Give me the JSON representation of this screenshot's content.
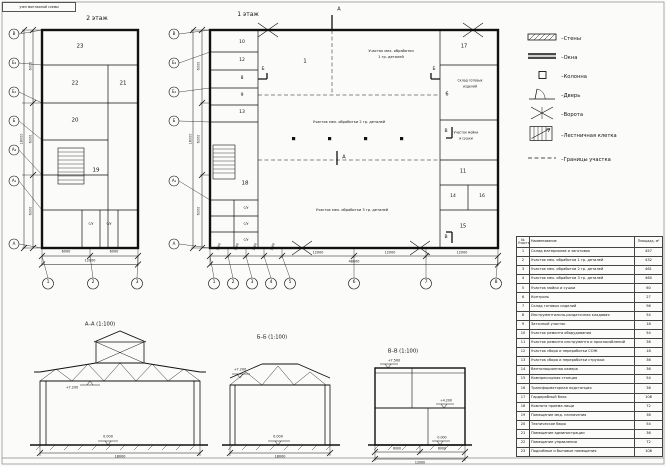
{
  "sheet": {
    "corner_note": "узел монтажной схемы"
  },
  "titles": {
    "plan2": "2 этаж",
    "plan1": "1 этаж",
    "secA": "А–А (1:100)",
    "secB": "Б–Б (1:100)",
    "secV": "В–В (1:100)"
  },
  "plan2": {
    "rooms": {
      "r23": "23",
      "r22": "22",
      "r21": "21",
      "r20": "20",
      "r19": "19",
      "wc1": "с/у",
      "wc2": "с/у"
    },
    "grid_rows": [
      "В",
      "Б₂",
      "Б₁",
      "Б",
      "А₂",
      "А₁",
      "А"
    ],
    "grid_cols": [
      "1",
      "2",
      "3"
    ],
    "dims": {
      "bay1": "6000",
      "bay2": "6000",
      "total_w": "12000",
      "row1": "6000",
      "row2": "6000",
      "row3": "6000",
      "total_h": "18000"
    }
  },
  "plan1": {
    "rooms": {
      "r10": "10",
      "r12": "12",
      "r8": "8",
      "r9": "9",
      "r13": "13",
      "r18": "18",
      "wc1": "с/у",
      "wc2": "с/у",
      "wc3": "с/у",
      "r1": "1",
      "r17": "17",
      "r6": "6",
      "r11": "11",
      "r14": "14",
      "r16": "16",
      "r15": "15"
    },
    "areas": {
      "m1a": "Участок мех. обработки",
      "m1b": "1 гр. деталей",
      "m2": "Участок мех. обработки 2 гр. деталей",
      "m3": "Участок мех. обработки 3 гр. деталей",
      "storea": "Склад готовых",
      "storeb": "изделий",
      "washa": "Участок мойки",
      "washb": "и сушки"
    },
    "section_marks": {
      "a_top": "А",
      "a_mid": "А",
      "b_left": "Б",
      "b_right": "Б",
      "v_top": "В",
      "v_bot": "В"
    },
    "grid_rows": [
      "В",
      "Б₂",
      "Б₁",
      "Б",
      "А₁",
      "А"
    ],
    "grid_cols": [
      "1",
      "2",
      "3",
      "4",
      "5",
      "6",
      "7",
      "8"
    ],
    "dims": {
      "c1": "3000",
      "c2": "3000",
      "c3": "3000",
      "c4": "3000",
      "b1": "12000",
      "b2": "12000",
      "b3": "12000",
      "total_w": "48000",
      "r1": "6000",
      "r2": "6000",
      "r3": "6000",
      "total_h": "18000"
    }
  },
  "legend": {
    "items": [
      {
        "label": "–Стены"
      },
      {
        "label": "–Окна"
      },
      {
        "label": "–Колонна"
      },
      {
        "label": "–Дверь"
      },
      {
        "label": "–Ворота"
      },
      {
        "label": "–Лестничная клетка"
      },
      {
        "label": "–Границы участка"
      }
    ]
  },
  "sections": {
    "a": {
      "elev_top": "+7.200",
      "elev_zero": "0.000",
      "dim": "18000"
    },
    "b": {
      "elev_top": "+7.200",
      "elev_zero": "0.000",
      "dim": "18000"
    },
    "v": {
      "elev_top": "+7.500",
      "elev_mid": "+4.200",
      "elev_zero": "0.000",
      "dim1": "6000",
      "dim2": "6000",
      "total": "12000"
    }
  },
  "table": {
    "headers": [
      "№ Участка",
      "Наименование",
      "Площадь, м²"
    ],
    "rows": [
      {
        "n": "1",
        "name": "Склад материалов и заготовок",
        "area": "457"
      },
      {
        "n": "2",
        "name": "Участок мех. обработки 1 гр. деталей",
        "area": "432"
      },
      {
        "n": "3",
        "name": "Участок мех. обработки 2 гр. деталей",
        "area": "461"
      },
      {
        "n": "4",
        "name": "Участок мех. обработки 3 гр. деталей",
        "area": "460"
      },
      {
        "n": "5",
        "name": "Участок мойки и сушки",
        "area": "60"
      },
      {
        "n": "6",
        "name": "Контроль",
        "area": "27"
      },
      {
        "n": "7",
        "name": "Склад готовых изделий",
        "area": "96"
      },
      {
        "n": "8",
        "name": "Инструментально-раздаточная кладовая",
        "area": "54"
      },
      {
        "n": "9",
        "name": "Заточный участок",
        "area": "18"
      },
      {
        "n": "10",
        "name": "Участок ремонта оборудования",
        "area": "54"
      },
      {
        "n": "11",
        "name": "Участок ремонта инструмента и приспособлений",
        "area": "36"
      },
      {
        "n": "12",
        "name": "Участок сбора и переработки СОЖ",
        "area": "18"
      },
      {
        "n": "13",
        "name": "Участок сбора и переработки стружки",
        "area": "36"
      },
      {
        "n": "14",
        "name": "Вентиляционная камера",
        "area": "36"
      },
      {
        "n": "15",
        "name": "Компрессорная станция",
        "area": "54"
      },
      {
        "n": "16",
        "name": "Трансформаторная подстанция",
        "area": "36"
      },
      {
        "n": "17",
        "name": "Гардеробный блок",
        "area": "108"
      },
      {
        "n": "18",
        "name": "Комната приема пищи",
        "area": "72"
      },
      {
        "n": "19",
        "name": "Помещение мед. назначения",
        "area": "36"
      },
      {
        "n": "20",
        "name": "Техническое бюро",
        "area": "54"
      },
      {
        "n": "21",
        "name": "Помещение администрации",
        "area": "36"
      },
      {
        "n": "22",
        "name": "Помещение управления",
        "area": "72"
      },
      {
        "n": "23",
        "name": "Подсобные и бытовые помещения",
        "area": "108"
      }
    ]
  }
}
